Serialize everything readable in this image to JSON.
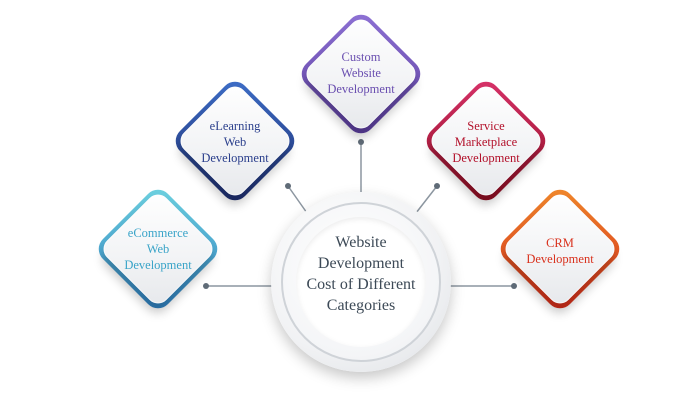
{
  "center": {
    "lines": [
      "Website",
      "Development",
      "Cost of Different",
      "Categories"
    ]
  },
  "nodes": [
    {
      "id": "ecommerce",
      "lines": [
        "eCommerce",
        "Web",
        "Development"
      ],
      "color": "#3aa4c8",
      "frame": [
        "#6fd3e0",
        "#2e7fc1"
      ]
    },
    {
      "id": "elearning",
      "lines": [
        "eLearning",
        "Web",
        "Development"
      ],
      "color": "#2b3f8c",
      "frame": [
        "#3e6fc9",
        "#1e2d6f"
      ]
    },
    {
      "id": "custom",
      "lines": [
        "Custom",
        "Website",
        "Development"
      ],
      "color": "#6a4fb0",
      "frame": [
        "#8f73d6",
        "#5b3d9e"
      ]
    },
    {
      "id": "service",
      "lines": [
        "Service",
        "Marketplace",
        "Development"
      ],
      "color": "#b3112b",
      "frame": [
        "#d9336b",
        "#8e0d20"
      ]
    },
    {
      "id": "crm",
      "lines": [
        "CRM",
        "Development"
      ],
      "color": "#d9321e",
      "frame": [
        "#f08a2c",
        "#d62a1a"
      ]
    }
  ],
  "connector_color": "#8c96a0"
}
